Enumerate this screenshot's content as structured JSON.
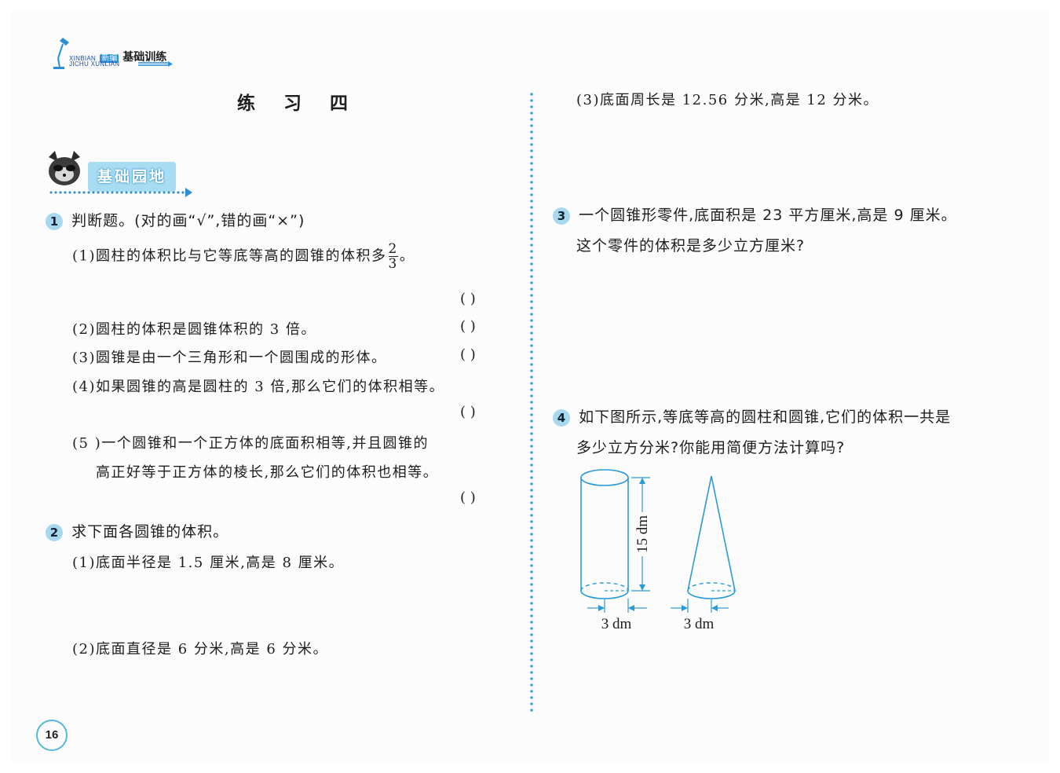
{
  "header": {
    "logo_top": "XINBIAN",
    "logo_badge": "新编",
    "logo_main": "基础训练",
    "logo_bottom": "JICHU XUNLIAN"
  },
  "title": "练 习 四",
  "section": {
    "label": "基础园地"
  },
  "q1": {
    "num": "1",
    "text": "判断题。(对的画“√”,错的画“×”)",
    "items": [
      {
        "label": "(1)圆柱的体积比与它等底等高的圆锥的体积多",
        "frac_num": "2",
        "frac_den": "3",
        "tail": "。",
        "paren": "(     )"
      },
      {
        "label": "(2)圆柱的体积是圆锥体积的 3 倍。",
        "paren": "(     )"
      },
      {
        "label": "(3)圆锥是由一个三角形和一个圆围成的形体。",
        "paren": "(     )"
      },
      {
        "label": "(4)如果圆锥的高是圆柱的 3 倍,那么它们的体积相等。",
        "paren": "(     )"
      },
      {
        "label": "(5 )一个圆锥和一个正方体的底面积相等,并且圆锥的",
        "label2": "高正好等于正方体的棱长,那么它们的体积也相等。",
        "paren": "(     )"
      }
    ]
  },
  "q2": {
    "num": "2",
    "text": "求下面各圆锥的体积。",
    "items": [
      "(1)底面半径是 1.5 厘米,高是 8 厘米。",
      "(2)底面直径是 6 分米,高是 6 分米。",
      "(3)底面周长是 12.56 分米,高是 12 分米。"
    ]
  },
  "q3": {
    "num": "3",
    "line1": "一个圆锥形零件,底面积是 23 平方厘米,高是 9 厘米。",
    "line2": "这个零件的体积是多少立方厘米?"
  },
  "q4": {
    "num": "4",
    "line1": "如下图所示,等底等高的圆柱和圆锥,它们的体积一共是",
    "line2": "多少立方分米?你能用简便方法计算吗?",
    "figure": {
      "height_label": "15 dm",
      "cyl_base_label": "3 dm",
      "cone_base_label": "3 dm",
      "stroke_color": "#2a9ad6"
    }
  },
  "page_number": "16"
}
